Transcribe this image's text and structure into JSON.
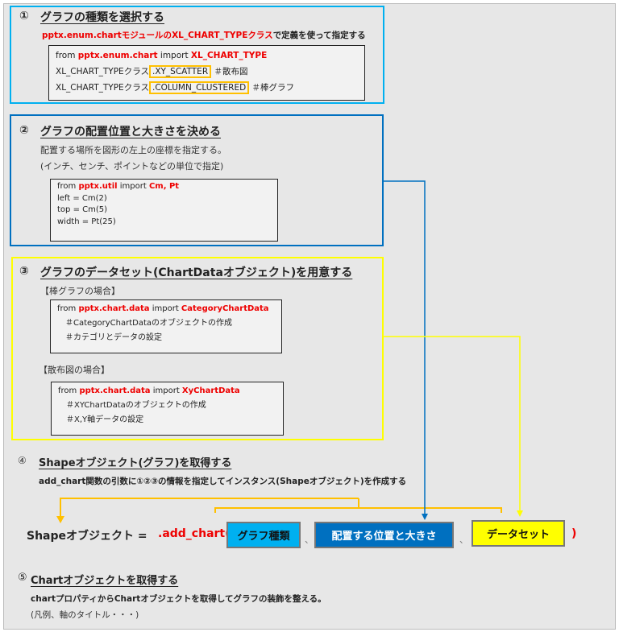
{
  "s1": {
    "num": "①",
    "title": "グラフの種類を選択する",
    "sub_red1": "pptx.enum.chart",
    "sub_mid1": "モジュールの",
    "sub_red2": "XL_CHART_TYPE",
    "sub_red3": "クラス",
    "sub_end": "で定義を使って指定する",
    "code": {
      "l1_from": "from ",
      "l1_mod": "pptx.enum.chart",
      "l1_imp": " import ",
      "l1_name": "XL_CHART_TYPE",
      "l2_pre": "XL_CHART_TYPEクラス",
      "l2_hl": ".XY_SCATTER",
      "l2_cmt": "＃散布図",
      "l3_pre": "XL_CHART_TYPEクラス",
      "l3_hl": ".COLUMN_CLUSTERED",
      "l3_cmt": "＃棒グラフ"
    }
  },
  "s2": {
    "num": "②",
    "title": "グラフの配置位置と大きさを決める",
    "line1": "配置する場所を図形の左上の座標を指定する。",
    "line2": "(インチ、センチ、ポイントなどの単位で指定)",
    "code": {
      "l1_from": "from ",
      "l1_mod": "pptx.util",
      "l1_imp": " import ",
      "l1_name": "Cm, Pt",
      "l2": "left = Cm(2)",
      "l3": "top = Cm(5)",
      "l4": "width = Pt(25)"
    }
  },
  "s3": {
    "num": "③",
    "title": "グラフのデータセット(ChartDataオブジェクト)を用意する",
    "bar_label": "【棒グラフの場合】",
    "scatter_label": "【散布図の場合】",
    "code_bar": {
      "l1_from": "from ",
      "l1_mod": "pptx.chart.data",
      "l1_imp": " import ",
      "l1_name": "CategoryChartData",
      "l2": "＃CategoryChartDataのオブジェクトの作成",
      "l3": "＃カテゴリとデータの設定"
    },
    "code_xy": {
      "l1_from": "from ",
      "l1_mod": "pptx.chart.data",
      "l1_imp": " import ",
      "l1_name": "XyChartData",
      "l2": "＃XYChartDataのオブジェクトの作成",
      "l3": "＃X,Y軸データの設定"
    }
  },
  "s4": {
    "num": "④",
    "title": "Shapeオブジェクト(グラフ)を取得する",
    "sub": "add_chart関数の引数に①②③の情報を指定してインスタンス(Shapeオブジェクト)を作成する",
    "lhs": "Shapeオブジェクト = ",
    "func": ".add_chart(",
    "arg1": "グラフ種類",
    "sep": "、",
    "arg2": "配置する位置と大きさ",
    "arg3": "データセット",
    "close": ")"
  },
  "s5": {
    "num": "⑤",
    "title": "Chartオブジェクトを取得する",
    "line1": "chartプロパティからChartオブジェクトを取得してグラフの装飾を整える。",
    "line2": "(凡例、軸のタイトル・・・)"
  },
  "colors": {
    "cyan": "#00b0f0",
    "blue": "#0070c0",
    "yellow": "#ffff00",
    "orange": "#ffc000",
    "red": "#ee0000"
  }
}
